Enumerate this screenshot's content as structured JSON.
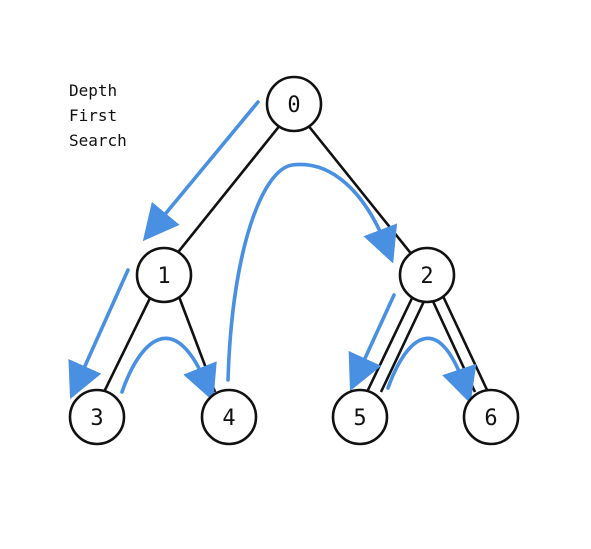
{
  "title_lines": [
    "Depth",
    "First",
    "Search"
  ],
  "colors": {
    "node_stroke": "#111111",
    "node_fill": "#ffffff",
    "edge": "#111111",
    "traversal_arrow": "#4a90e2"
  },
  "nodes": [
    {
      "id": "0",
      "label": "0"
    },
    {
      "id": "1",
      "label": "1"
    },
    {
      "id": "2",
      "label": "2"
    },
    {
      "id": "3",
      "label": "3"
    },
    {
      "id": "4",
      "label": "4"
    },
    {
      "id": "5",
      "label": "5"
    },
    {
      "id": "6",
      "label": "6"
    }
  ],
  "edges": [
    {
      "from": "0",
      "to": "1"
    },
    {
      "from": "0",
      "to": "2"
    },
    {
      "from": "1",
      "to": "3"
    },
    {
      "from": "1",
      "to": "4"
    },
    {
      "from": "2",
      "to": "5"
    },
    {
      "from": "2",
      "to": "6"
    }
  ],
  "traversal_order": [
    {
      "from": "0",
      "to": "1"
    },
    {
      "from": "1",
      "to": "3"
    },
    {
      "from": "3",
      "to": "4"
    },
    {
      "from": "4",
      "to": "2"
    },
    {
      "from": "2",
      "to": "5"
    },
    {
      "from": "5",
      "to": "6"
    }
  ]
}
